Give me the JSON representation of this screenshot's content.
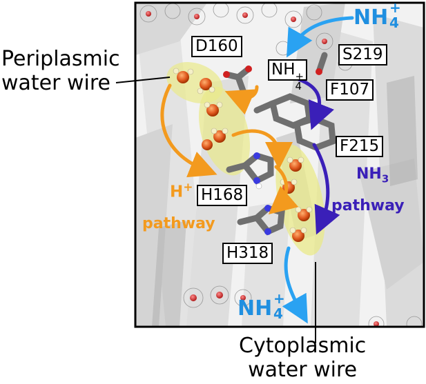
{
  "labels": {
    "periplasmic_wire": [
      "Periplasmic",
      "water wire"
    ],
    "cytoplasmic_wire": [
      "Cytoplasmic",
      "water wire"
    ],
    "residues": {
      "d160": "D160",
      "s219": "S219",
      "f107": "F107",
      "f215": "F215",
      "h168": "H168",
      "h318": "H318"
    },
    "nh4_box": {
      "base": "NH",
      "sub": "4",
      "sup": "+"
    },
    "nh4_top": {
      "base": "NH",
      "sub": "4",
      "sup": "+"
    },
    "nh4_bottom": {
      "base": "NH",
      "sub": "4",
      "sup": "+"
    },
    "nh3_pathway": {
      "base": "NH",
      "sub": "3",
      "word": "pathway"
    },
    "h_pathway": {
      "base": "H",
      "sup": "+",
      "word": "pathway"
    }
  },
  "colors": {
    "proton_pathway": "#f39a1e",
    "nh3_pathway": "#3a1fb8",
    "nh4_arrow": "#2aa2f2",
    "water_wire_highlight": "#e9e98a",
    "panel_border": "#000000",
    "residue_gray": "#6f6f6f"
  }
}
